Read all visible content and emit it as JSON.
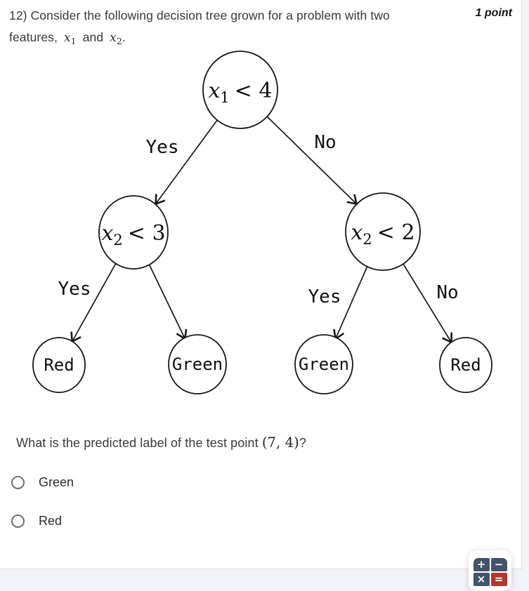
{
  "header": {
    "line1": "12) Consider the following decision tree grown for a problem with two",
    "line2_before": "features,",
    "var1": {
      "base": "x",
      "sub": "1"
    },
    "line2_mid": "and",
    "var2": {
      "base": "x",
      "sub": "2"
    },
    "line2_end": ".",
    "points": "1 point"
  },
  "tree": {
    "nodes": {
      "root": {
        "var": "x",
        "sub": "1",
        "op": "< 4"
      },
      "left": {
        "var": "x",
        "sub": "2",
        "op": "< 3"
      },
      "right": {
        "var": "x",
        "sub": "2",
        "op": "< 2"
      }
    },
    "branch_labels": {
      "root_left": "Yes",
      "root_right": "No",
      "left_left": "Yes",
      "right_left": "Yes",
      "right_right": "No"
    },
    "leaves": {
      "left_left": "Red",
      "left_right": "Green",
      "right_left": "Green",
      "right_right": "Red"
    }
  },
  "question": {
    "text": "What is the predicted label of the test point",
    "point": "(7, 4)",
    "end": "?"
  },
  "options": [
    {
      "label": "Green"
    },
    {
      "label": "Red"
    }
  ],
  "calculator": {
    "plus": "+",
    "minus": "−",
    "times": "×",
    "equals": "=",
    "dark_color": "#44526B",
    "accent_color": "#B5362E"
  }
}
